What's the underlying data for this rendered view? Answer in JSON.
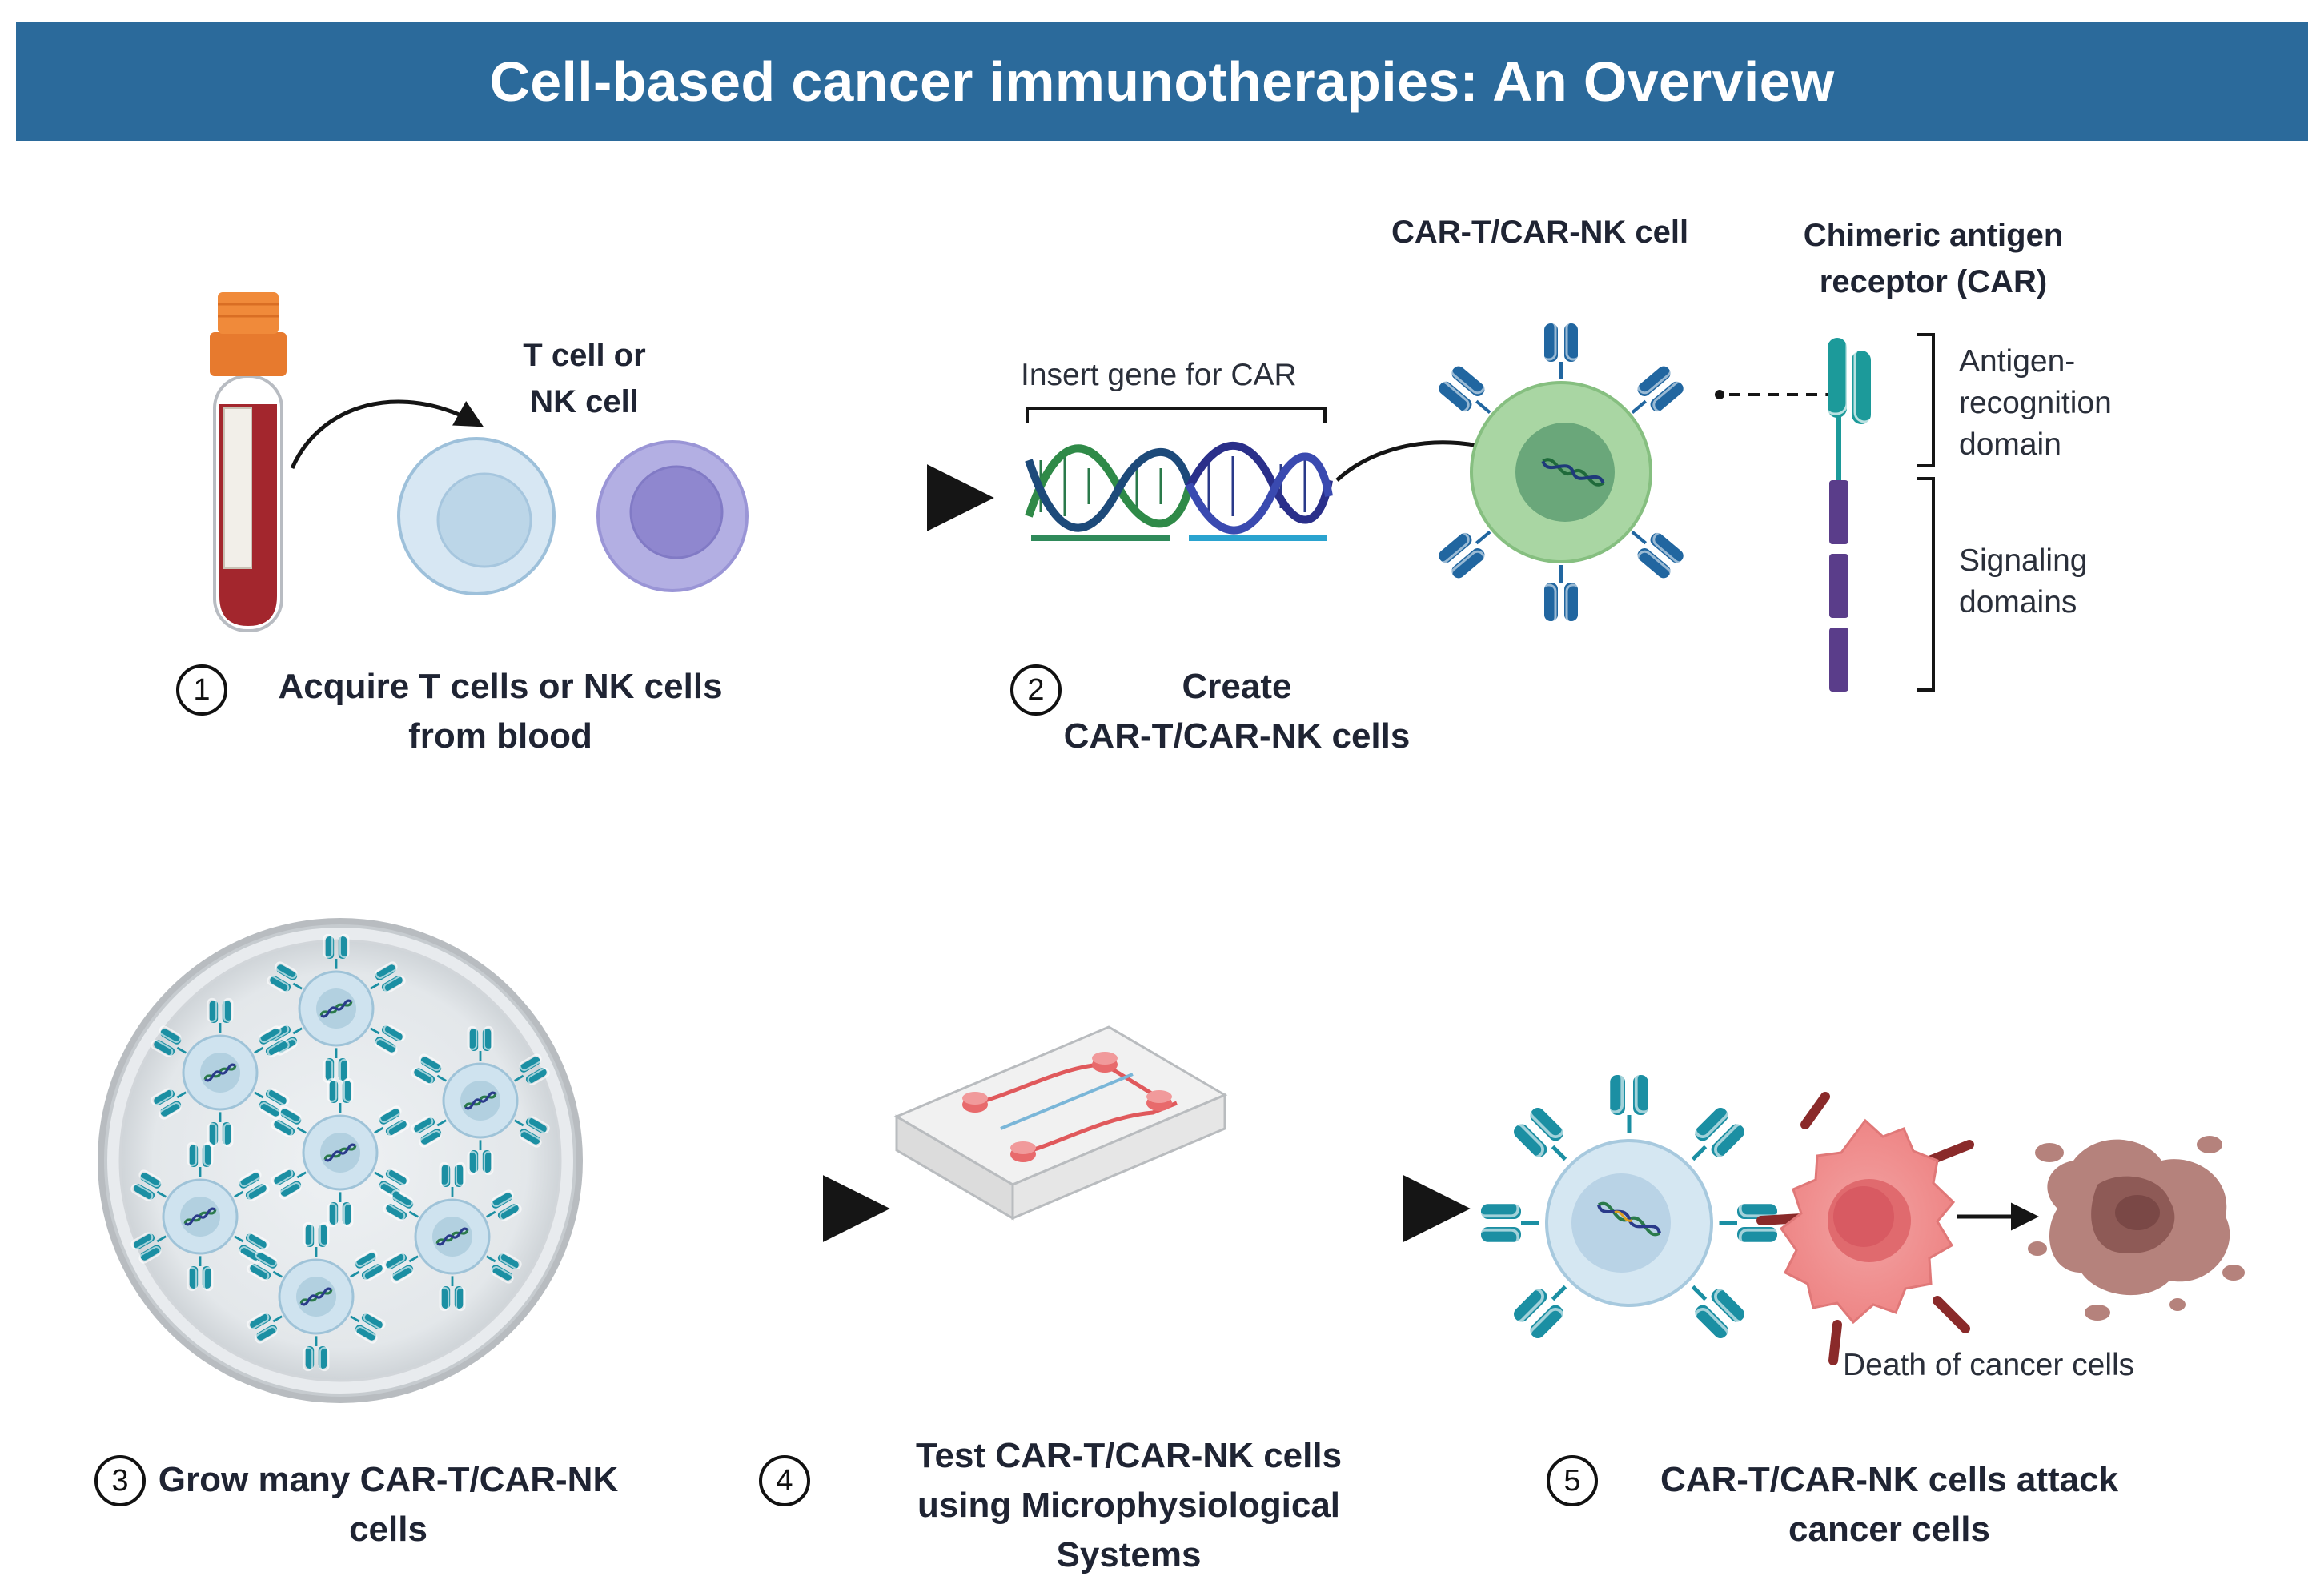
{
  "title": "Cell-based cancer immunotherapies: An Overview",
  "labels": {
    "t_cell_or_nk": [
      "T cell or",
      "NK cell"
    ],
    "insert_gene": "Insert gene for CAR",
    "car_cell": "CAR-T/CAR-NK cell",
    "car_receptor": [
      "Chimeric antigen",
      "receptor (CAR)"
    ],
    "antigen_domain": [
      "Antigen-",
      "recognition",
      "domain"
    ],
    "signaling_domains": [
      "Signaling",
      "domains"
    ],
    "death": "Death of cancer cells"
  },
  "steps": [
    {
      "number": "1",
      "lines": [
        "Acquire T cells or NK cells",
        "from  blood"
      ]
    },
    {
      "number": "2",
      "lines": [
        "Create",
        "CAR-T/CAR-NK cells"
      ]
    },
    {
      "number": "3",
      "lines": [
        "Grow many CAR-T/CAR-NK",
        "cells"
      ]
    },
    {
      "number": "4",
      "lines": [
        "Test CAR-T/CAR-NK cells",
        "using Microphysiological",
        "Systems"
      ]
    },
    {
      "number": "5",
      "lines": [
        "CAR-T/CAR-NK cells attack",
        "cancer cells"
      ]
    }
  ],
  "colors": {
    "banner": "#2b6a9b",
    "receptor_teal": "#1b8fa3",
    "receptor_blue": "#2166a0",
    "signaling_purple": "#5a3d8a",
    "cancer_pink": "#f08f8f",
    "dead_cell": "#a86f6a"
  }
}
